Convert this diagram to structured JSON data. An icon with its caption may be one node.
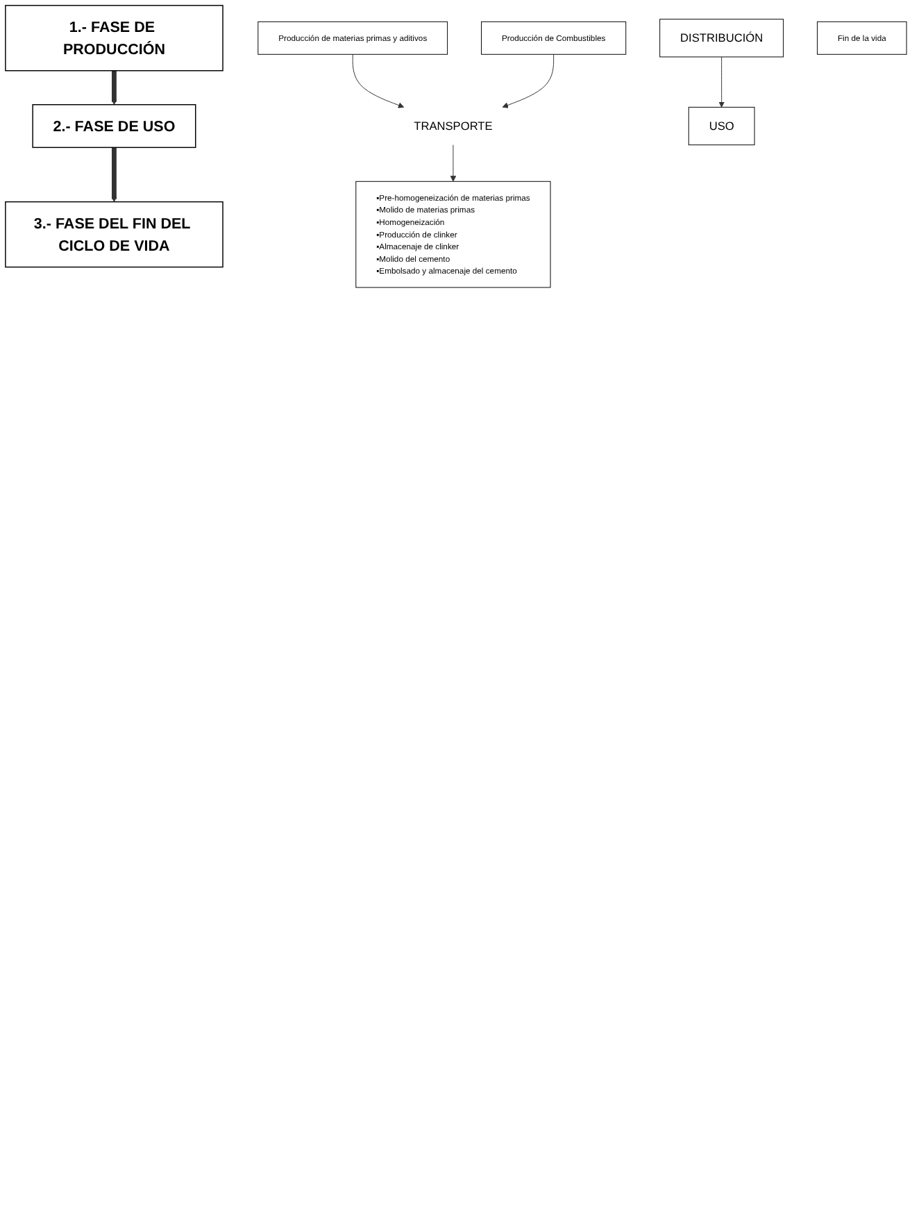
{
  "diagram": {
    "nodes": [
      {
        "text": [
          "1.- FASE DE PRODUCCIÓN"
        ]
      },
      {
        "text": [
          "Producción de materias primas y aditivos"
        ]
      },
      {
        "text": [
          "TRANSPORTE"
        ]
      },
      {
        "text": [
          "Producción de Combustibles"
        ]
      },
      {
        "text": [
          "▪Pre-homogeneización de materias primas",
          "▪Molido de materias primas",
          "▪Homogeneización",
          "▪Producción de clinker",
          "▪Almacenaje de clinker",
          "▪Molido del cemento",
          "▪Embolsado y almacenaje del cemento"
        ]
      },
      {
        "text": [
          "2.- FASE DE USO"
        ]
      },
      {
        "text": [
          "DISTRIBUCIÓN"
        ]
      },
      {
        "text": [
          "USO"
        ]
      },
      {
        "text": [
          "3.- FASE DEL FIN DEL CICLO DE VIDA"
        ]
      },
      {
        "text": [
          "Fin de la vida"
        ]
      }
    ],
    "edges": [
      {
        "from": 0,
        "to": 5,
        "arrow": "to",
        "style": "thick"
      },
      {
        "from": 1,
        "to": 2,
        "arrow": "to"
      },
      {
        "from": 3,
        "to": 2,
        "arrow": "to"
      },
      {
        "from": 2,
        "to": 4,
        "arrow": "to"
      },
      {
        "from": 5,
        "to": 8,
        "arrow": "to",
        "style": "thick"
      },
      {
        "from": 6,
        "to": 7,
        "arrow": "to"
      }
    ]
  }
}
